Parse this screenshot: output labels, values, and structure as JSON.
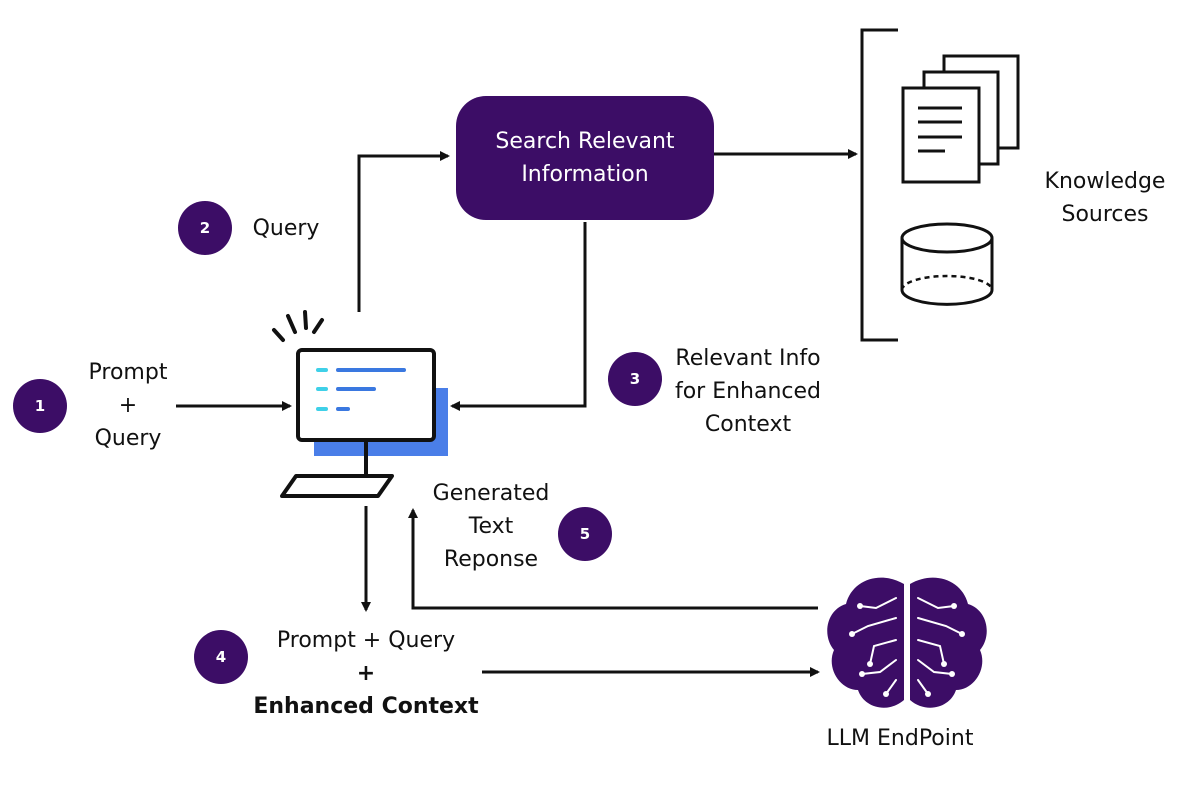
{
  "search_node": {
    "line1": "Search Relevant",
    "line2": "Information"
  },
  "knowledge": {
    "line1": "Knowledge",
    "line2": "Sources"
  },
  "step1": {
    "badge": "1",
    "line1": "Prompt",
    "line2": "+",
    "line3": "Query"
  },
  "step2": {
    "badge": "2",
    "label": "Query"
  },
  "step3": {
    "badge": "3",
    "line1": "Relevant Info",
    "line2": "for Enhanced",
    "line3": "Context"
  },
  "step4": {
    "badge": "4",
    "line1": "Prompt + Query",
    "line2": "+",
    "line3": "Enhanced Context"
  },
  "step5": {
    "badge": "5",
    "line1": "Generated",
    "line2": "Text",
    "line3": "Reponse"
  },
  "llm": {
    "label": "LLM EndPoint"
  },
  "colors": {
    "primary": "#3c0d66",
    "screen_accent": "#4a7ee8",
    "code_cyan": "#3fd0e8",
    "code_blue": "#3a78e0",
    "stroke": "#111111"
  }
}
